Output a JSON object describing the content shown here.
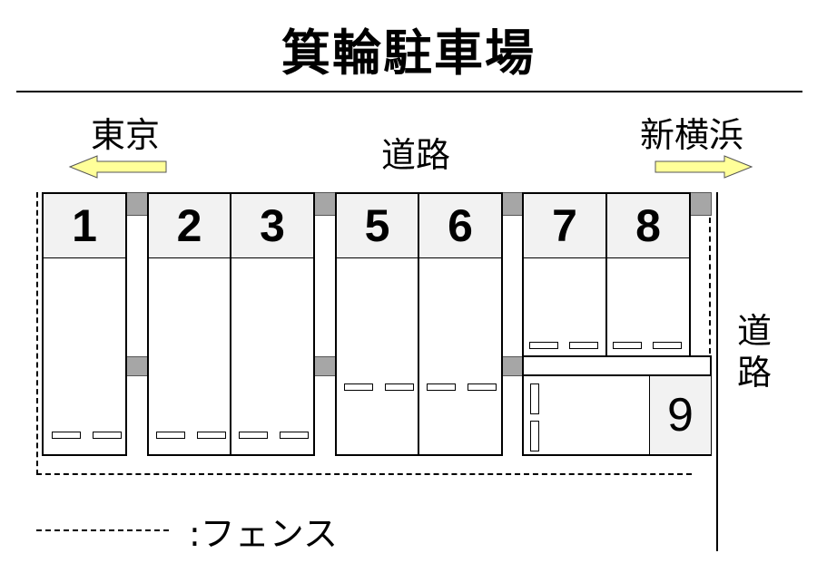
{
  "title": "箕輪駐車場",
  "directions": {
    "left": "東京",
    "center_road": "道路",
    "right": "新横浜",
    "side_road": "道路"
  },
  "arrow_color": "#ffff99",
  "pillar_color": "#a6a6a6",
  "header_fill": "#f2f2f2",
  "stalls": [
    {
      "number": "1"
    },
    {
      "number": "2"
    },
    {
      "number": "3"
    },
    {
      "number": "5"
    },
    {
      "number": "6"
    },
    {
      "number": "7"
    },
    {
      "number": "8"
    },
    {
      "number": "9"
    }
  ],
  "legend": {
    "symbol": "-·-·-·-",
    "label": ":フェンス"
  }
}
